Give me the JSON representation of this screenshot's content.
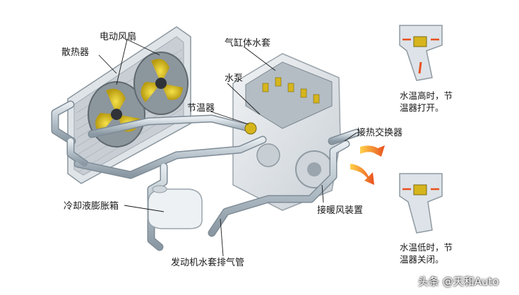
{
  "labels": {
    "radiator": "散热器",
    "electric_fan": "电动风扇",
    "cylinder_jacket": "气缸体水套",
    "water_pump": "水泵",
    "thermostat": "节温器",
    "heat_exchanger": "接热交换器",
    "expansion_tank": "冷却液膨胀箱",
    "heater_device": "接暖风装置",
    "exhaust_pipe": "发动机水套排气管"
  },
  "notes": {
    "high_temp_line1": "水温高时，节",
    "high_temp_line2": "温器打开。",
    "low_temp_line1": "水温低时，节",
    "low_temp_line2": "温器关闭。"
  },
  "watermark": "头条 @天和Auto",
  "colors": {
    "pipe": "#b9c4cc",
    "flow_arrow": "#e8501f",
    "fan_blade": "#d9c21a"
  }
}
